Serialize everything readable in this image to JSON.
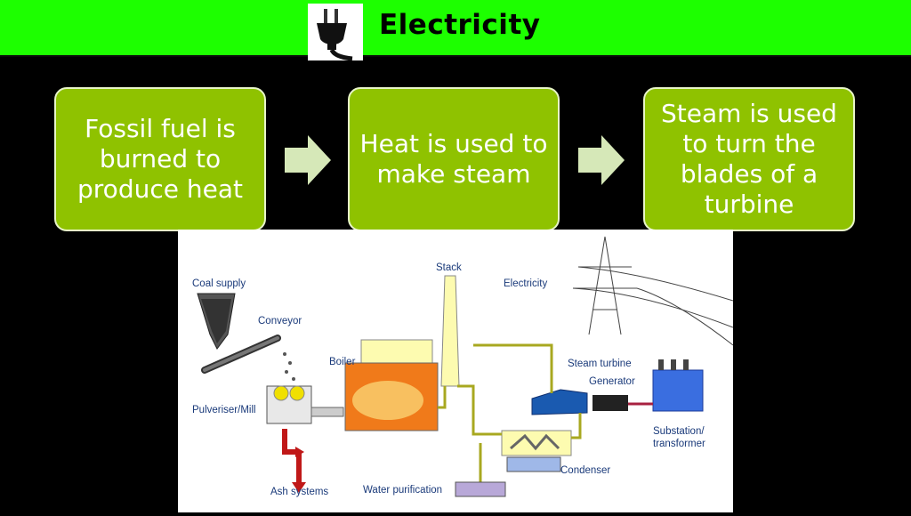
{
  "header": {
    "title": "Electricity",
    "icon": "plug-icon",
    "color": "#1dff00"
  },
  "steps": [
    {
      "label": "Fossil fuel is burned to produce heat"
    },
    {
      "label": "Heat is used to make steam"
    },
    {
      "label": "Steam is used to turn the blades of a turbine"
    }
  ],
  "step_color": "#8fc200",
  "arrow_color": "#d6e8b8",
  "diagram": {
    "labels": {
      "coal_supply": "Coal supply",
      "conveyor": "Conveyor",
      "boiler": "Boiler",
      "pulveriser": "Pulveriser/Mill",
      "stack": "Stack",
      "electricity": "Electricity",
      "steam_turbine": "Steam turbine",
      "generator": "Generator",
      "substation": "Substation/",
      "transformer": "transformer",
      "condenser": "Condenser",
      "ash_systems": "Ash systems",
      "water_purification": "Water purification"
    }
  }
}
